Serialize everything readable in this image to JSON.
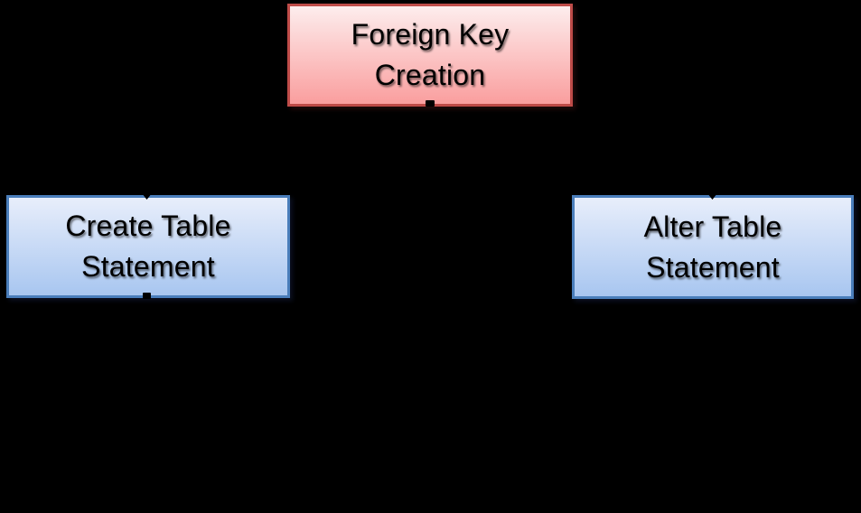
{
  "diagram": {
    "nodes": {
      "top": {
        "label": "Foreign Key\nCreation"
      },
      "left": {
        "label": "Create Table\nStatement"
      },
      "right": {
        "label": "Alter Table\nStatement"
      }
    },
    "colors": {
      "background": "#000000",
      "text": "#000000",
      "red_node_border": "#BE4B48",
      "red_node_fill_top": "#FDEDED",
      "red_node_fill_bottom": "#FA9E9E",
      "blue_node_border": "#4A7EBB",
      "blue_node_fill_top": "#E8EEFB",
      "blue_node_fill_bottom": "#A8C6F0"
    }
  }
}
